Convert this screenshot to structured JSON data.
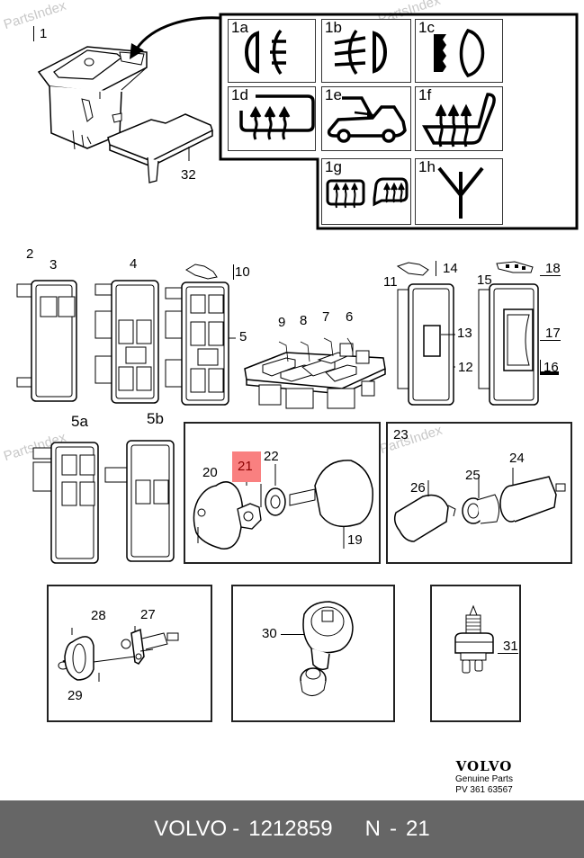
{
  "diagram": {
    "watermark": "PartsIndex",
    "callouts": {
      "c1": "1",
      "c1a": "1a",
      "c1b": "1b",
      "c1c": "1c",
      "c1d": "1d",
      "c1e": "1e",
      "c1f": "1f",
      "c1g": "1g",
      "c1h": "1h",
      "c2": "2",
      "c3": "3",
      "c4": "4",
      "c5": "5",
      "c5a": "5a",
      "c5b": "5b",
      "c6": "6",
      "c7": "7",
      "c8": "8",
      "c9": "9",
      "c10": "10",
      "c11": "11",
      "c12": "12",
      "c13": "13",
      "c14": "14",
      "c15": "15",
      "c16": "16",
      "c17": "17",
      "c18": "18",
      "c19": "19",
      "c20": "20",
      "c21": "21",
      "c22": "22",
      "c23": "23",
      "c24": "24",
      "c25": "25",
      "c26": "26",
      "c27": "27",
      "c28": "28",
      "c29": "29",
      "c30": "30",
      "c31": "31",
      "c32": "32"
    },
    "highlighted_callout": "21",
    "highlight_color": "#f98080",
    "symbol_icons": [
      {
        "tag": "1a",
        "icon": "rear-fog-light-icon"
      },
      {
        "tag": "1b",
        "icon": "front-fog-light-icon"
      },
      {
        "tag": "1c",
        "icon": "headlight-high-beam-icon"
      },
      {
        "tag": "1d",
        "icon": "rear-window-defrost-icon"
      },
      {
        "tag": "1e",
        "icon": "convertible-roof-icon"
      },
      {
        "tag": "1f",
        "icon": "seat-heating-icon"
      },
      {
        "tag": "1g",
        "icon": "window-mirror-defrost-icon"
      },
      {
        "tag": "1h",
        "icon": "antenna-icon"
      }
    ]
  },
  "brand": {
    "logo": "VOLVO",
    "subtitle": "Genuine Parts",
    "code": "PV 361 63567"
  },
  "footer": {
    "make": "VOLVO",
    "sep1": "-",
    "part_number": "1212859",
    "ref_prefix": "N",
    "sep2": "-",
    "ref_number": "21",
    "background": "#666666"
  }
}
